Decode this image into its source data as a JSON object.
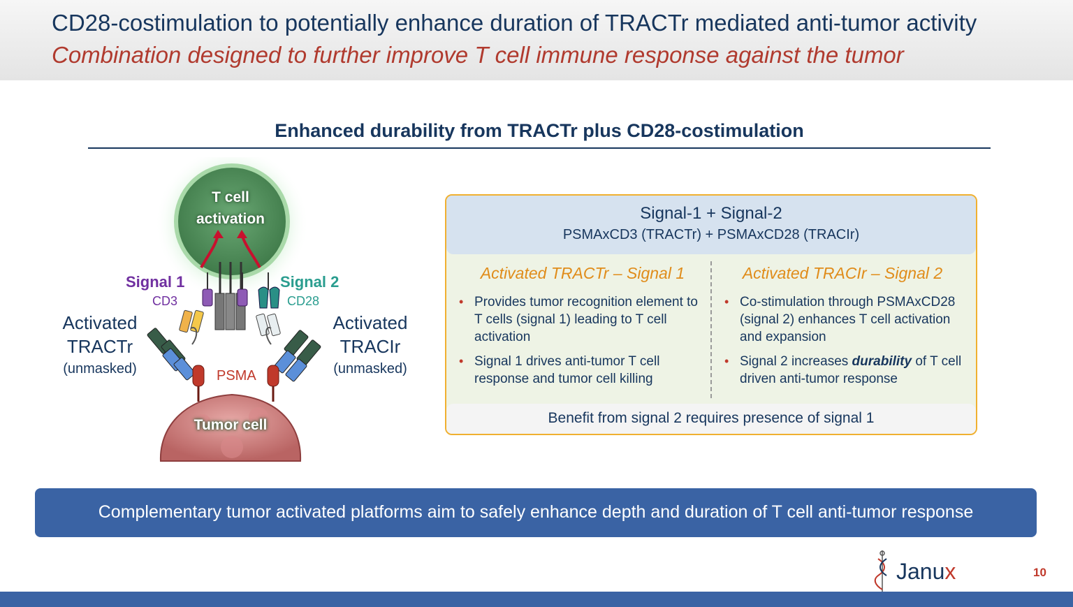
{
  "header": {
    "title": "CD28-costimulation to potentially enhance duration of TRACTr mediated anti-tumor activity",
    "subtitle": "Combination designed to further improve T cell immune response against the tumor"
  },
  "section": {
    "title": "Enhanced durability from TRACTr plus CD28-costimulation"
  },
  "diagram": {
    "tcell_line1": "T cell",
    "tcell_line2": "activation",
    "signal1": "Signal 1",
    "cd3": "CD3",
    "signal2": "Signal 2",
    "cd28": "CD28",
    "left_label_1": "Activated",
    "left_label_2": "TRACTr",
    "left_label_3": "(unmasked)",
    "right_label_1": "Activated",
    "right_label_2": "TRACIr",
    "right_label_3": "(unmasked)",
    "psma": "PSMA",
    "tumor_cell": "Tumor cell"
  },
  "box": {
    "top_line1": "Signal-1 + Signal-2",
    "top_line2": "PSMAxCD3 (TRACTr) + PSMAxCD28 (TRACIr)",
    "left_head": "Activated TRACTr – Signal 1",
    "left_bullets": [
      "Provides tumor recognition element to T cells (signal 1) leading to T cell activation",
      "Signal 1 drives anti-tumor T cell response and tumor cell killing"
    ],
    "right_head": "Activated TRACIr – Signal 2",
    "right_bullet_1": "Co-stimulation through PSMAxCD28 (signal 2) enhances T cell activation and expansion",
    "right_bullet_2_pre": "Signal 2  increases ",
    "right_bullet_2_em": "durability",
    "right_bullet_2_post": " of T cell driven anti-tumor response",
    "bottom": "Benefit from signal 2 requires presence of signal 1"
  },
  "banner": "Complementary tumor activated platforms aim to safely enhance depth and duration of T cell anti-tumor response",
  "logo": {
    "text": "Janu",
    "text_x": "x"
  },
  "page_number": "10",
  "colors": {
    "navy": "#17365d",
    "red": "#b03a2e",
    "orange": "#e08c1a",
    "banner_blue": "#3a63a4",
    "box_border": "#f0b030",
    "signal1_purple": "#7030a0",
    "signal2_teal": "#2a9d8f"
  }
}
